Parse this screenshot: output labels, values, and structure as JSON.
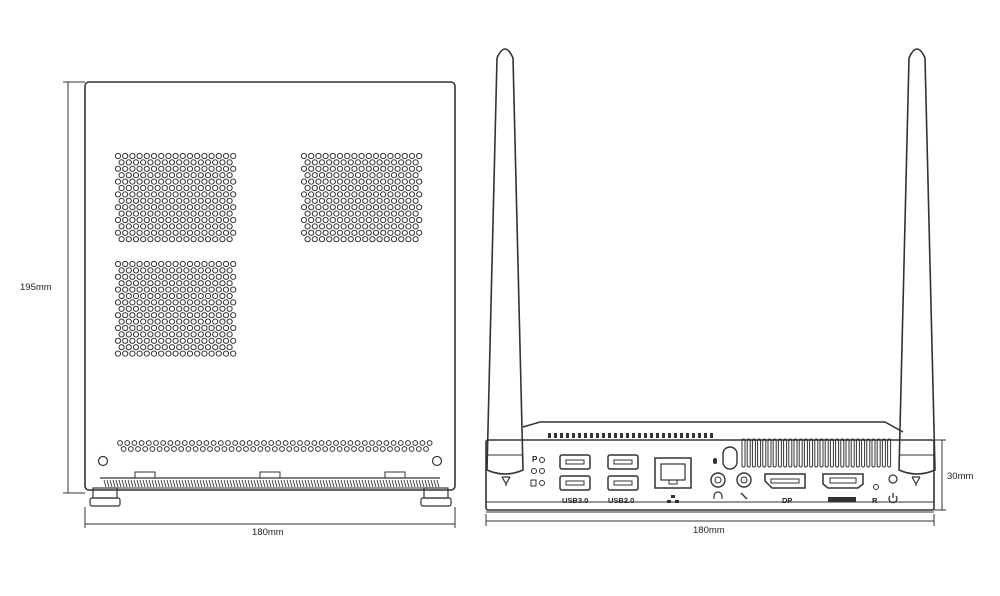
{
  "dimensions": {
    "top_view_height": "195mm",
    "top_view_width": "180mm",
    "rear_view_width": "180mm",
    "rear_view_height": "30mm"
  },
  "ports": {
    "usb3": "USB3.0",
    "usb2": "USB2.0",
    "dp": "DP",
    "reset": "R"
  },
  "icons": {
    "wifi_left": "wifi-icon",
    "wifi_right": "wifi-icon",
    "lan": "network-icon",
    "mic": "microphone-icon",
    "headphone": "headphone-icon",
    "lock": "kensington-lock-icon",
    "hdmi": "hdmi-logo",
    "power": "power-icon",
    "leds": "status-led-icons"
  },
  "colors": {
    "line": "#333333",
    "background": "#ffffff"
  }
}
